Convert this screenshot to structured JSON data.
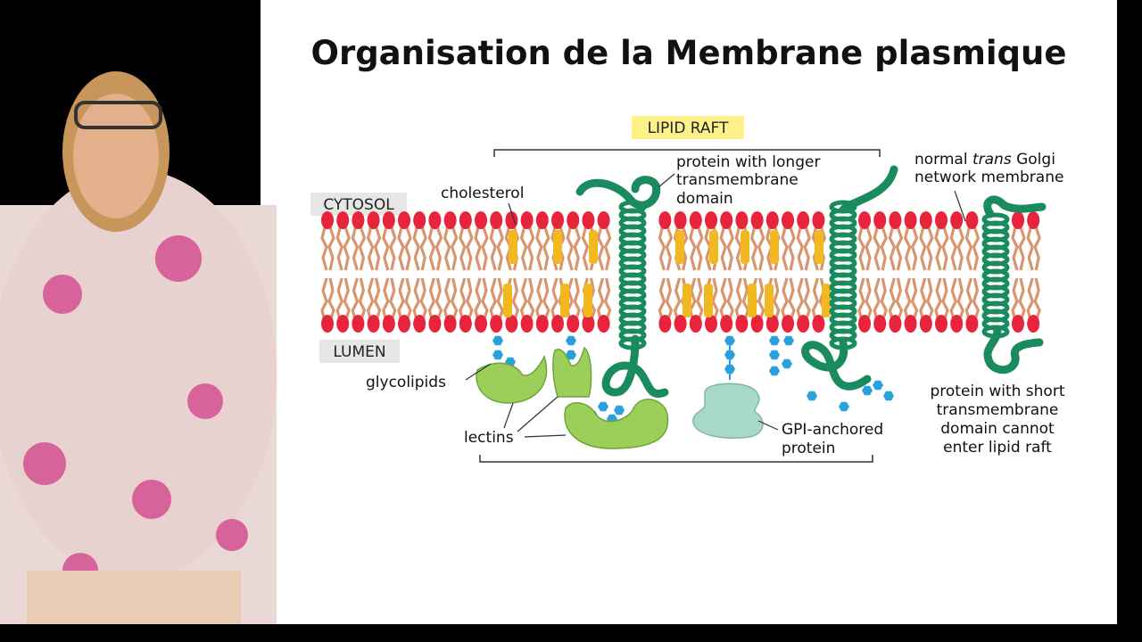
{
  "slide": {
    "title": "Organisation de la Membrane plasmique"
  },
  "diagram": {
    "lipid_raft_label": "LIPID RAFT",
    "cytosol_label": "CYTOSOL",
    "lumen_label": "LUMEN",
    "cholesterol_label": "cholesterol",
    "long_tm_label": [
      "protein with longer",
      "transmembrane",
      "domain"
    ],
    "golgi_label_parts": {
      "pre": "normal ",
      "italic": "trans",
      "post": " Golgi"
    },
    "golgi_label_line2": "network membrane",
    "glycolipids_label": "glycolipids",
    "lectins_label": "lectins",
    "gpi_label": [
      "GPI-anchored",
      "protein"
    ],
    "short_tm_label": [
      "protein with short",
      "transmembrane",
      "domain cannot",
      "enter lipid raft"
    ]
  },
  "colors": {
    "lipid_head": "#e8243c",
    "lipid_tail": "#d9956e",
    "cholesterol": "#f2b820",
    "protein": "#1a8a5f",
    "lectin": "#9ccf5a",
    "gpi": "#a8d8c8",
    "sugar": "#2aa0dc",
    "raft_label_bg": "#fdf28a",
    "side_label_bg": "#e6e6e6"
  }
}
